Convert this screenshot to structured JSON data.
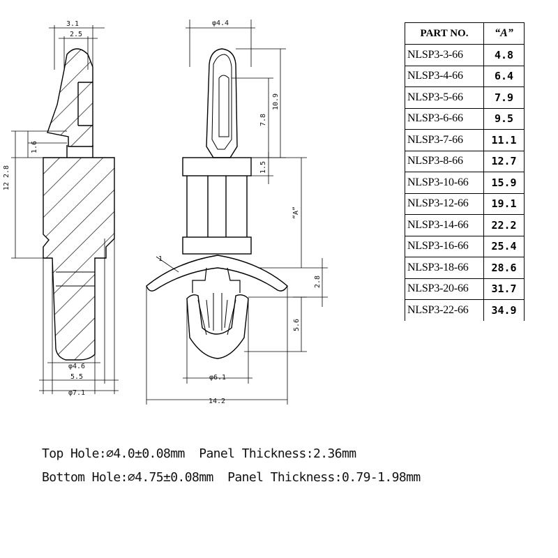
{
  "drawing": {
    "side_view": {
      "dim_top_outer": "3.1",
      "dim_top_inner": "2.5",
      "dim_step": "1.6",
      "dim_left_total": "12 2.8",
      "dim_bottom_inner": "φ4.6",
      "dim_bottom_mid": "5.5",
      "dim_bottom_outer": "φ7.1"
    },
    "front_view": {
      "dim_top_dia": "φ4.4",
      "dim_height_outer": "10.9",
      "dim_height_inner": "7.8",
      "dim_collar": "1.5",
      "dim_A": "“A”",
      "dim_flange_thk": "1",
      "dim_gap": "2.8",
      "dim_bottom_len": "5.6",
      "dim_bottom_dia": "φ6.1",
      "dim_width": "14.2"
    }
  },
  "table": {
    "header_part": "PART NO.",
    "header_a": "“A”",
    "rows": [
      {
        "part": "NLSP3-3-66",
        "a": "4.8"
      },
      {
        "part": "NLSP3-4-66",
        "a": "6.4"
      },
      {
        "part": "NLSP3-5-66",
        "a": "7.9"
      },
      {
        "part": "NLSP3-6-66",
        "a": "9.5"
      },
      {
        "part": "NLSP3-7-66",
        "a": "11.1"
      },
      {
        "part": "NLSP3-8-66",
        "a": "12.7"
      },
      {
        "part": "NLSP3-10-66",
        "a": "15.9"
      },
      {
        "part": "NLSP3-12-66",
        "a": "19.1"
      },
      {
        "part": "NLSP3-14-66",
        "a": "22.2"
      },
      {
        "part": "NLSP3-16-66",
        "a": "25.4"
      },
      {
        "part": "NLSP3-18-66",
        "a": "28.6"
      },
      {
        "part": "NLSP3-20-66",
        "a": "31.7"
      },
      {
        "part": "NLSP3-22-66",
        "a": "34.9"
      }
    ]
  },
  "notes": {
    "line1": "Top Hole:⌀4.0±0.08mm  Panel Thickness:2.36mm",
    "line2": "Bottom Hole:⌀4.75±0.08mm  Panel Thickness:0.79-1.98mm"
  }
}
